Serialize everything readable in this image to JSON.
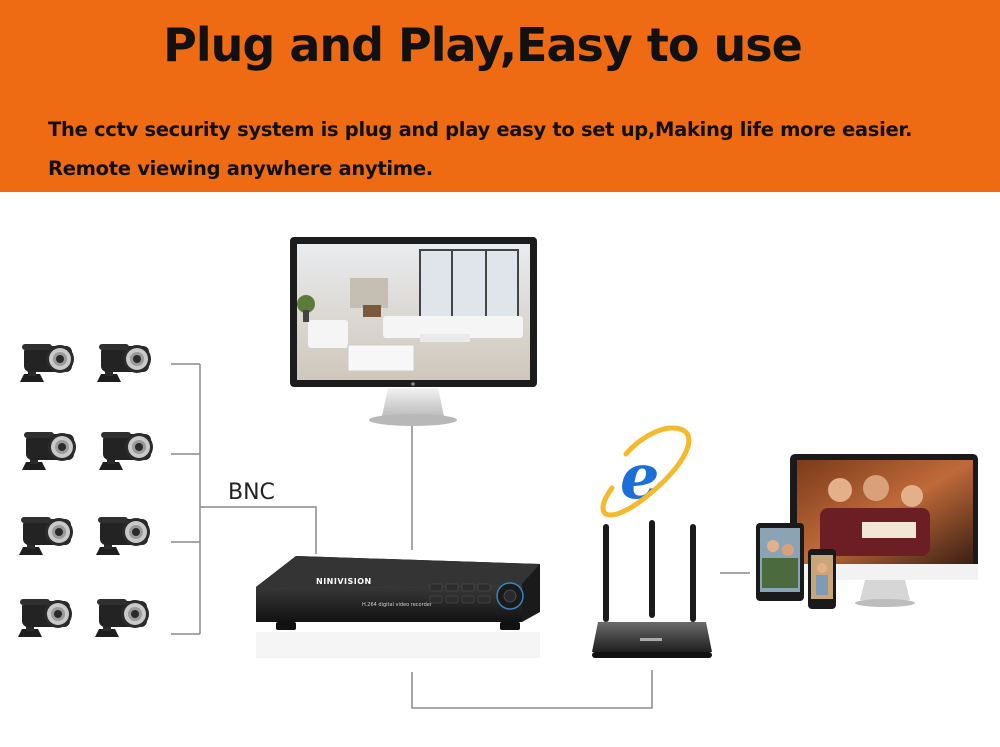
{
  "banner": {
    "title": "Plug and Play,Easy to use",
    "line1": "The cctv security system is plug and play easy to set up,Making life more easier.",
    "line2": "Remote viewing anywhere anytime.",
    "background_color": "#ee6a13"
  },
  "diagram": {
    "connection_label": "BNC",
    "dvr": {
      "brand": "NINIVISION",
      "model_text": "H.264 digital video recorder"
    },
    "icons": [
      "cctv-camera-icon",
      "monitor-icon",
      "dvr-icon",
      "internet-explorer-icon",
      "wifi-router-icon",
      "tablet-icon",
      "smartphone-icon",
      "desktop-monitor-icon"
    ]
  }
}
